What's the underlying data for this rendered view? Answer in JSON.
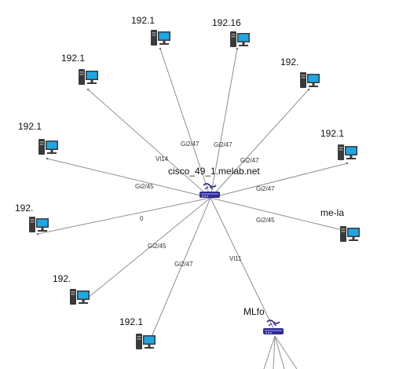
{
  "hub": {
    "label": "cisco_49_1.melab.net"
  },
  "secondary_hub": {
    "label": "MLfo"
  },
  "nodes": [
    {
      "id": "n1",
      "label": "192.1"
    },
    {
      "id": "n2",
      "label": "192.16"
    },
    {
      "id": "n3",
      "label": "192.1"
    },
    {
      "id": "n4",
      "label": "192."
    },
    {
      "id": "n5",
      "label": "192.1"
    },
    {
      "id": "n6",
      "label": "192.1"
    },
    {
      "id": "n7",
      "label": "192."
    },
    {
      "id": "n8",
      "label": "me-la"
    },
    {
      "id": "n9",
      "label": "192."
    },
    {
      "id": "n10",
      "label": "192.1"
    }
  ],
  "edge_labels": [
    {
      "id": "e1",
      "text": "Vl14"
    },
    {
      "id": "e2",
      "text": "Gi2/47"
    },
    {
      "id": "e3",
      "text": "Gi2/47"
    },
    {
      "id": "e4",
      "text": "Gi2/47"
    },
    {
      "id": "e5",
      "text": "Gi2/47"
    },
    {
      "id": "e6",
      "text": "Gi2/45"
    },
    {
      "id": "e7",
      "text": "0"
    },
    {
      "id": "e8",
      "text": "Gi2/45"
    },
    {
      "id": "e9",
      "text": "Gi2/45"
    },
    {
      "id": "e10",
      "text": "Gi2/47"
    },
    {
      "id": "e11",
      "text": "Vl11"
    }
  ],
  "colors": {
    "edge": "#8f8f8f",
    "monitor_frame": "#3a3a3a",
    "monitor_screen": "#1ea7e4",
    "tower": "#3a3a3a",
    "router_body": "#2f2c8f",
    "router_accent": "#ffffff"
  }
}
